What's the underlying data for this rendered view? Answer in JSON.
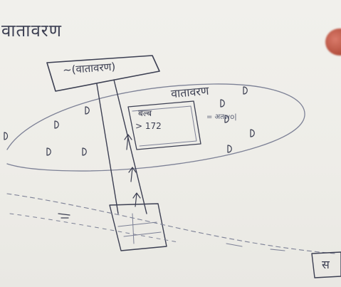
{
  "labels": {
    "top_left": "वातावरण",
    "top_box": "~(वातावरण)",
    "oval_label": "वातावरण",
    "inner_1": "बल्ब",
    "inner_2": "> 172",
    "side_note": "= अतwo|",
    "bottom_right_box": "स"
  },
  "colors": {
    "paper": "#eeede8",
    "ink": "#3c3f52"
  }
}
